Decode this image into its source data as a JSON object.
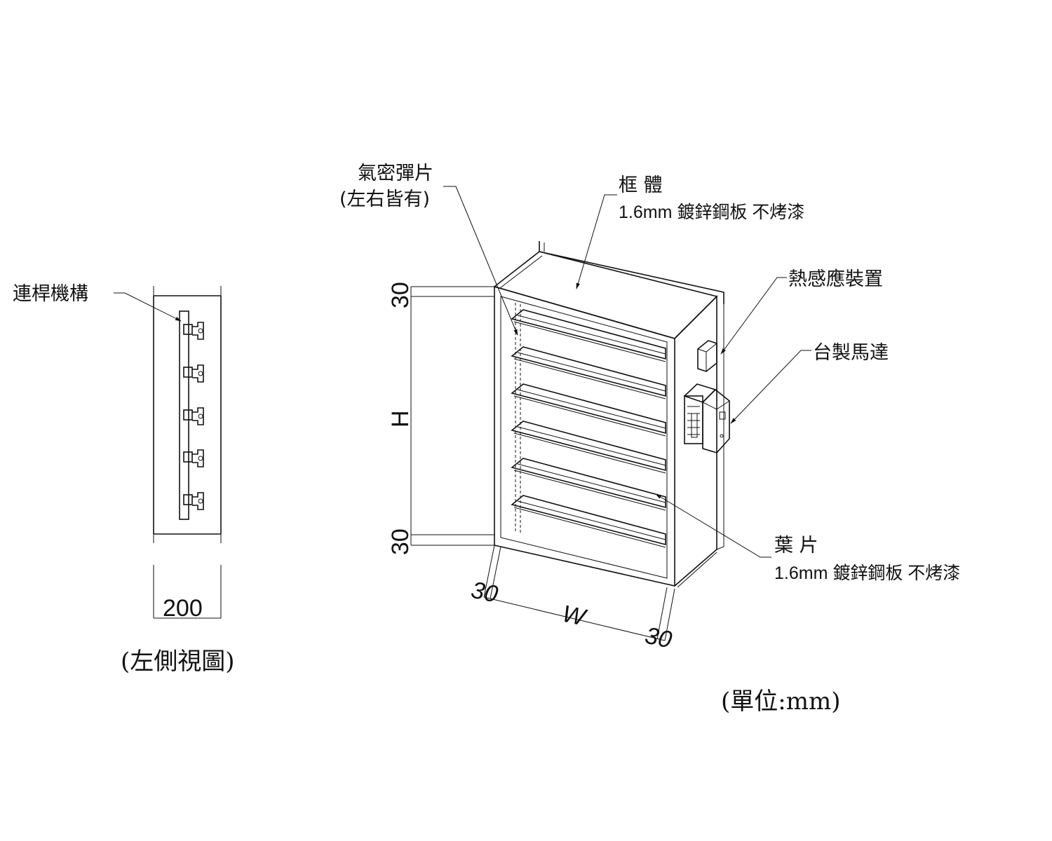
{
  "side_view": {
    "mechanism_label": "連桿機構",
    "depth_dim": "200",
    "caption": "(左側視圖)"
  },
  "main_view": {
    "seal_label_1": "氣密彈片",
    "seal_label_2": "(左右皆有)",
    "frame_title": "框 體",
    "frame_spec": "1.6mm 鍍鋅鋼板 不烤漆",
    "thermal_label": "熱感應裝置",
    "motor_label": "台製馬達",
    "blade_title": "葉 片",
    "blade_spec": "1.6mm 鍍鋅鋼板 不烤漆",
    "dim_top": "30",
    "dim_height": "H",
    "dim_bottom": "30",
    "dim_left": "30",
    "dim_width": "W",
    "dim_right": "30",
    "unit_note": "(單位:mm)"
  }
}
